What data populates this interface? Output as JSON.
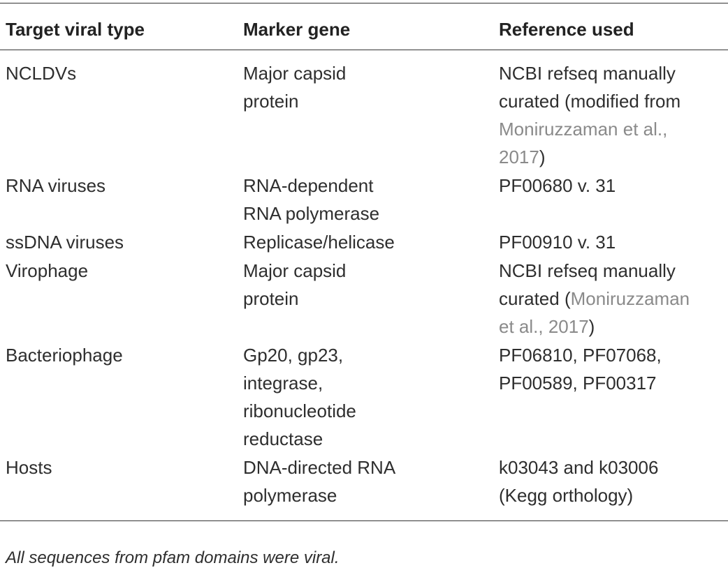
{
  "table": {
    "headers": [
      "Target viral type",
      "Marker gene",
      "Reference used"
    ],
    "rows": [
      {
        "target": "NCLDVs",
        "marker": [
          "Major capsid",
          "protein"
        ],
        "reference": [
          {
            "text": "NCBI refseq manually",
            "cite": ""
          },
          {
            "text": "curated (modified from",
            "cite": ""
          },
          {
            "text": "",
            "cite": "Moniruzzaman et al.,"
          },
          {
            "text": ")",
            "cite": "2017"
          }
        ]
      },
      {
        "target": "RNA viruses",
        "marker": [
          "RNA-dependent",
          "RNA polymerase"
        ],
        "reference": [
          {
            "text": "PF00680 v. 31",
            "cite": ""
          }
        ]
      },
      {
        "target": "ssDNA viruses",
        "marker": [
          "Replicase/helicase"
        ],
        "reference": [
          {
            "text": "PF00910 v. 31",
            "cite": ""
          }
        ]
      },
      {
        "target": "Virophage",
        "marker": [
          "Major capsid",
          "protein"
        ],
        "reference": [
          {
            "text": "NCBI refseq manually",
            "cite": ""
          },
          {
            "text": "curated (",
            "cite": "Moniruzzaman"
          },
          {
            "text": ")",
            "cite": "et al., 2017"
          }
        ]
      },
      {
        "target": "Bacteriophage",
        "marker": [
          "Gp20, gp23,",
          "integrase,",
          "ribonucleotide",
          "reductase"
        ],
        "reference": [
          {
            "text": "PF06810, PF07068,",
            "cite": ""
          },
          {
            "text": "PF00589, PF00317",
            "cite": ""
          }
        ]
      },
      {
        "target": "Hosts",
        "marker": [
          "DNA-directed RNA",
          "polymerase"
        ],
        "reference": [
          {
            "text": "k03043 and k03006",
            "cite": ""
          },
          {
            "text": "(Kegg orthology)",
            "cite": ""
          }
        ]
      }
    ]
  },
  "footnote": "All sequences from pfam domains were viral.",
  "colors": {
    "text": "#2e2e2e",
    "citation": "#8a8a8a",
    "rule": "#333333"
  }
}
